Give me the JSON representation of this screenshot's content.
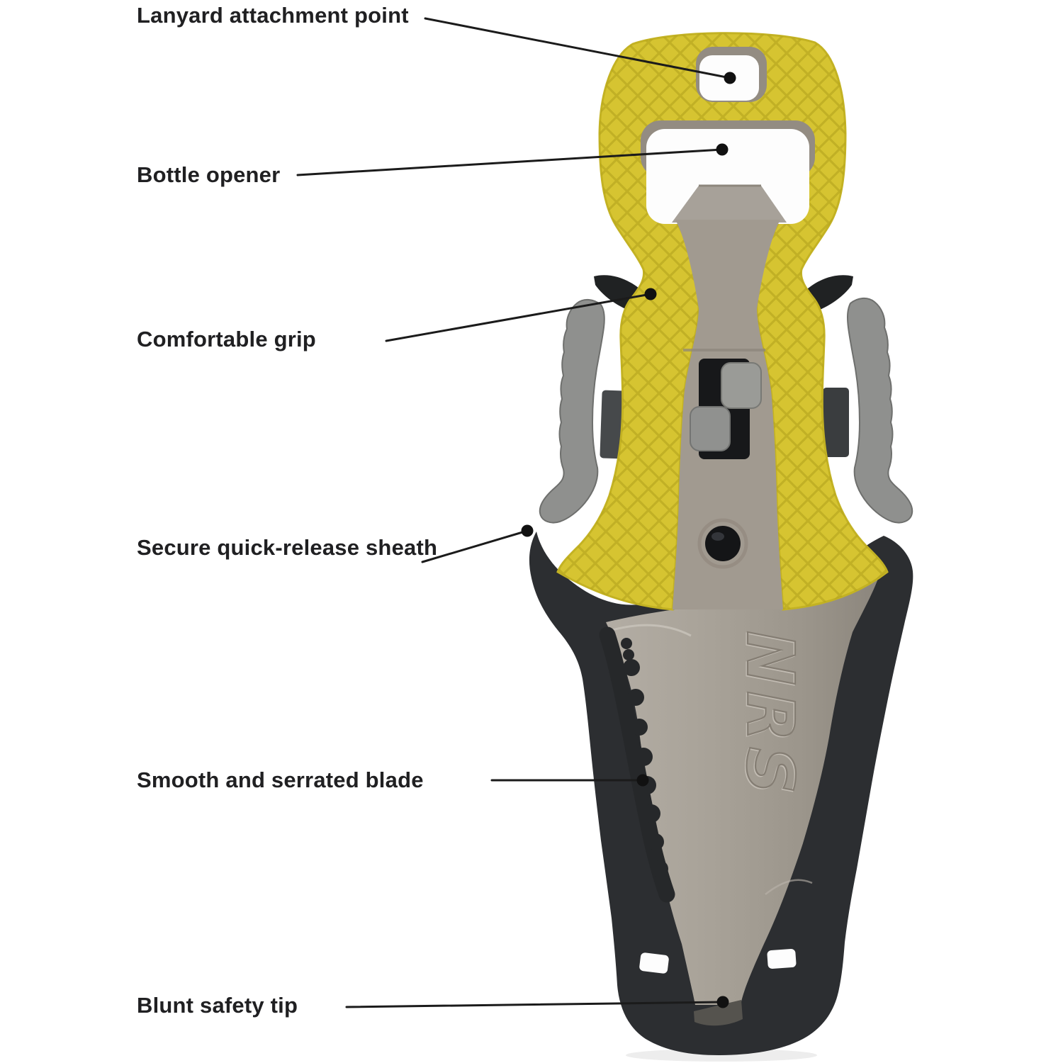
{
  "callouts": [
    {
      "text": "Lanyard attachment point"
    },
    {
      "text": "Bottle opener"
    },
    {
      "text": "Comfortable grip"
    },
    {
      "text": "Secure quick-release sheath"
    },
    {
      "text": "Smooth and serrated blade"
    },
    {
      "text": "Blunt safety tip"
    }
  ],
  "product": {
    "logo_text": "NRS"
  },
  "colors": {
    "handle_yellow": "#d6c431",
    "handle_hatch": "#b4a31d",
    "metal_gray": "#a19a90",
    "blade_light": "#b3ada4",
    "blade_dark": "#8b857c",
    "clip_gray": "#8f908e",
    "sheath_black": "#2c2e31",
    "latch_black": "#17181a",
    "label_text": "#202022",
    "callout_line": "#1b1b1b"
  }
}
